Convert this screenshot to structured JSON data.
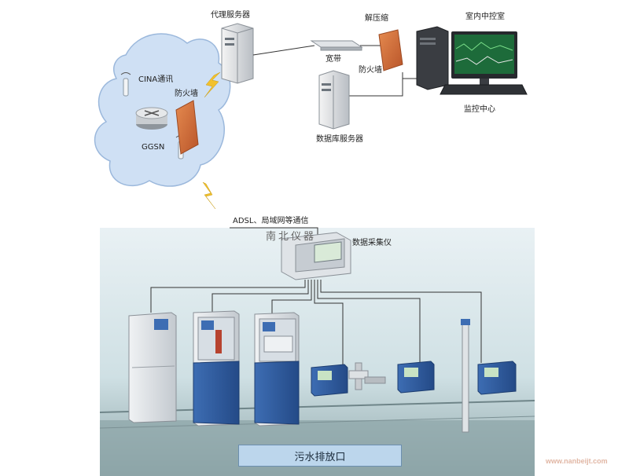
{
  "labels": {
    "proxy_server": "代理服务器",
    "decompressor": "解压缩",
    "control_room": "室内中控室",
    "broadband": "宽带",
    "firewall_right": "防火墙",
    "monitoring_center": "监控中心",
    "database_server": "数据库服务器",
    "cina_telecom": "CINA通讯",
    "firewall_left": "防火墙",
    "ggsn": "GGSN",
    "adsl_comm": "ADSL、局域网等通信",
    "data_collector": "数据采集仪",
    "sewage_outlet": "污水排放口"
  },
  "watermark": {
    "brand": "南北仪器",
    "url": "www.nanbeijt.com"
  },
  "colors": {
    "cloud_fill": "#cfe0f4",
    "firewall": "#d8743a",
    "analyzer_blue": "#2e5a9c",
    "outlet_fill": "#bcd6ec"
  }
}
